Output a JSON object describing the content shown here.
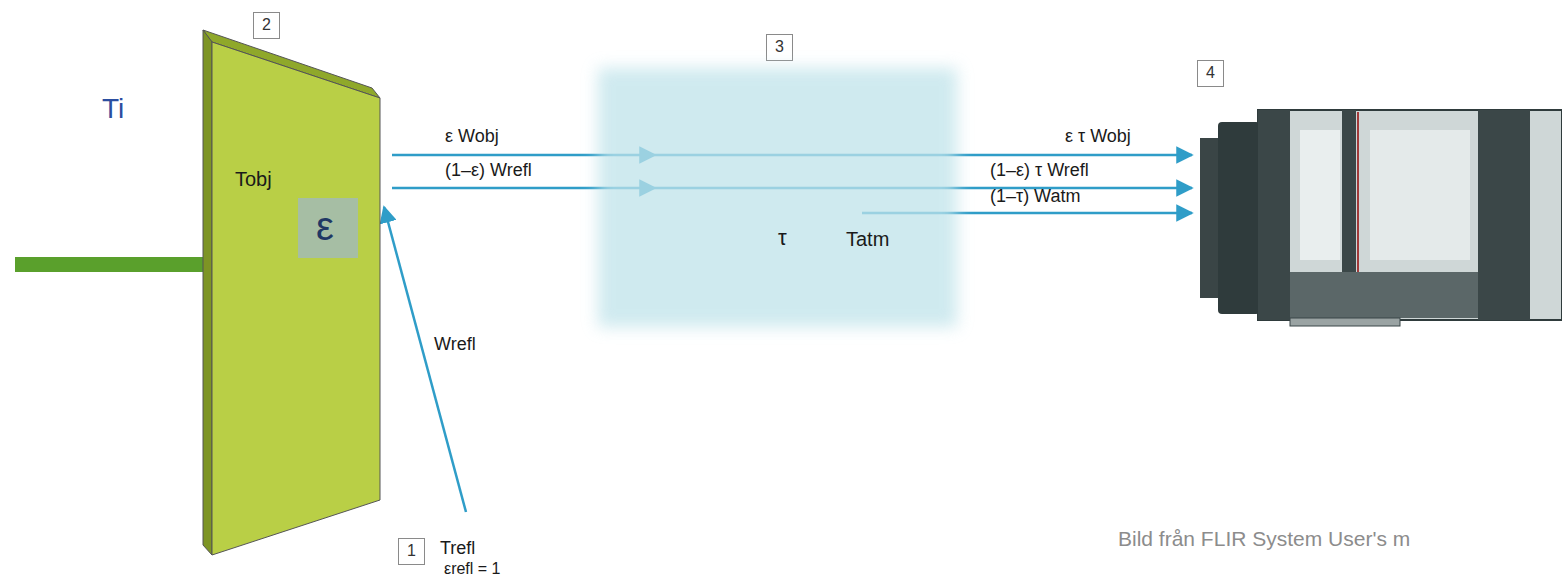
{
  "diagram": {
    "caption": "Bild från FLIR System User's m",
    "nodes": [
      {
        "text": [
          "2"
        ]
      },
      {
        "text": [
          "Tobj"
        ]
      },
      {
        "text": [
          "ε"
        ],
        "in": 1
      },
      {
        "text": [
          "3"
        ]
      },
      {
        "text": [
          "τ",
          "Tatm"
        ]
      },
      {
        "text": [
          "4"
        ]
      },
      {
        "text": [
          "1"
        ]
      }
    ],
    "labels": [
      "Ti",
      "ε Wobj",
      "(1–ε) Wrefl",
      "Wrefl",
      "Trefl",
      "εrefl = 1",
      "ε τ Wobj",
      "(1–ε) τ Wrefl",
      "(1–τ) Watm"
    ]
  }
}
